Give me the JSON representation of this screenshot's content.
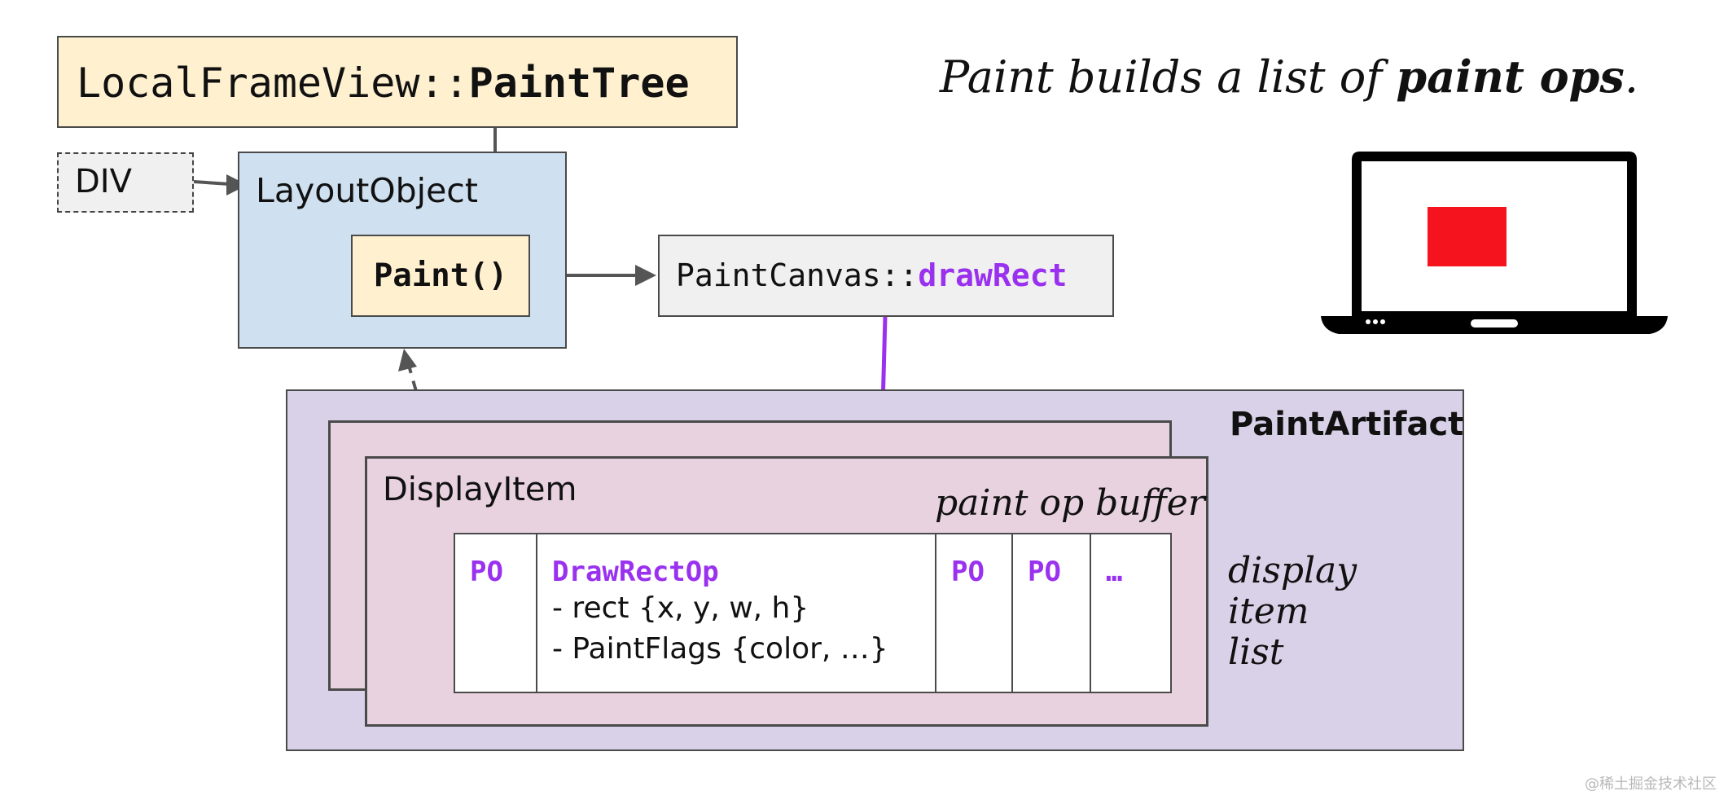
{
  "frameview": {
    "prefix": "LocalFrameView::",
    "method": "PaintTree"
  },
  "div_label": "DIV",
  "layout_object": {
    "label": "LayoutObject",
    "paint_label": "Paint()"
  },
  "paint_canvas": {
    "prefix": "PaintCanvas::",
    "method": "drawRect"
  },
  "heading": {
    "before": "Paint builds a list of ",
    "bold": "paint ops",
    "after": "."
  },
  "paint_artifact": {
    "title": "PaintArtifact",
    "display_item_label": "DisplayItem",
    "buffer_label": "paint op buffer",
    "ops": [
      {
        "name": "PO",
        "lines": []
      },
      {
        "name": "DrawRectOp",
        "lines": [
          "- rect {x, y, w, h}",
          "- PaintFlags {color, …}"
        ]
      },
      {
        "name": "PO",
        "lines": []
      },
      {
        "name": "PO",
        "lines": []
      },
      {
        "name": "…",
        "lines": []
      }
    ],
    "display_item_list_label": [
      "display",
      "item",
      "list"
    ]
  },
  "laptop": {
    "screen_icon": "red-rectangle",
    "rect_color": "#f5141e"
  },
  "colors": {
    "yellow_box": "#fff1d0",
    "blue_box": "#cfe0f0",
    "gray_box": "#f0f0f0",
    "artifact_bg": "#d9d1e8",
    "item_bg": "#e8d2df",
    "accent_purple": "#9a31ef"
  },
  "watermark": "@稀土掘金技术社区"
}
